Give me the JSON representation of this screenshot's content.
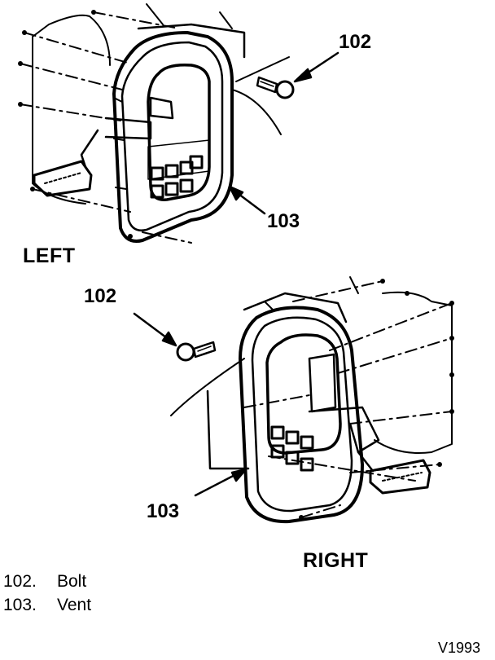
{
  "callouts": {
    "left_bolt": "102",
    "left_vent": "103",
    "right_bolt": "102",
    "right_vent": "103"
  },
  "views": {
    "left": "LEFT",
    "right": "RIGHT"
  },
  "legend": [
    {
      "number": "102.",
      "label": "Bolt"
    },
    {
      "number": "103.",
      "label": "Vent"
    }
  ],
  "figure_id": "V1993"
}
